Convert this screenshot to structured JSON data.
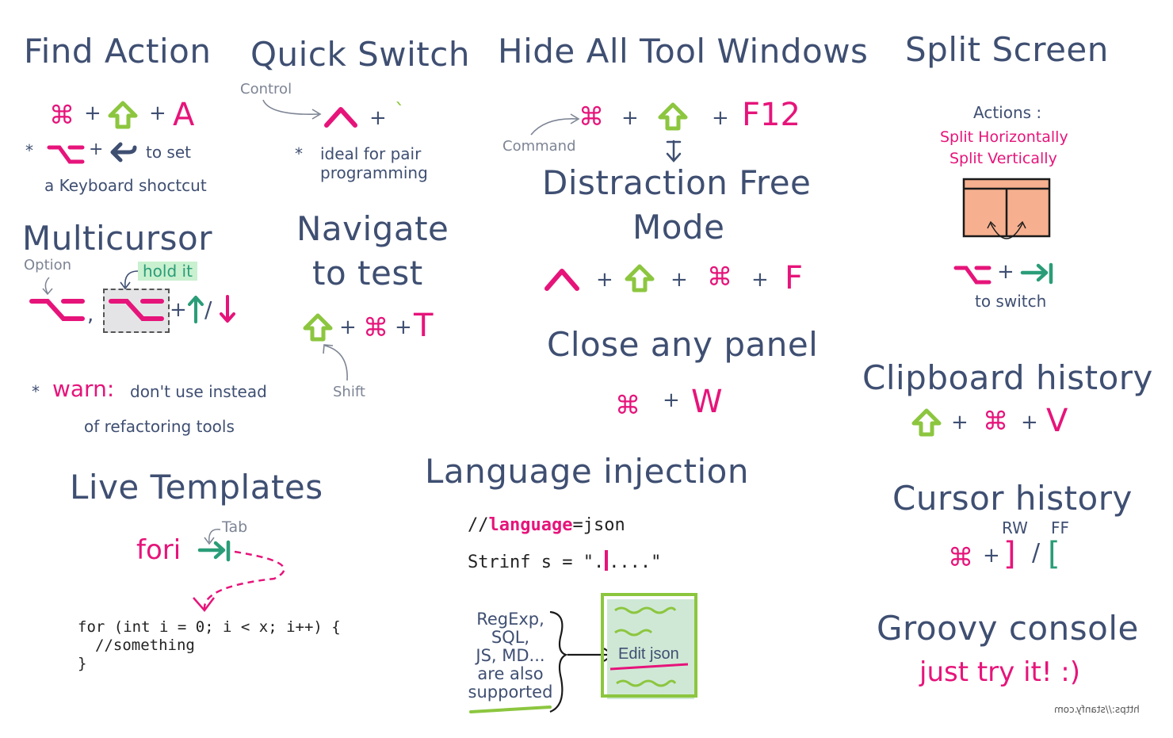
{
  "find_action": {
    "title": "Find Action",
    "key3": "A",
    "note_prefix": "*",
    "note_suffix": "to set",
    "note_line2": "a Keyboard shoctcut"
  },
  "quick_switch": {
    "title": "Quick Switch",
    "label_control": "Control",
    "key2": "`",
    "note_prefix": "*",
    "note_line1": "ideal for pair",
    "note_line2": "programming"
  },
  "hide_all": {
    "title": "Hide All Tool Windows",
    "label_command": "Command",
    "key3": "F12"
  },
  "split_screen": {
    "title": "Split Screen",
    "actions_label": "Actions :",
    "action1": "Split Horizontally",
    "action2": "Split Vertically",
    "switch_label": "to switch"
  },
  "multicursor": {
    "title": "Multicursor",
    "label_option": "Option",
    "hold_it": "hold it",
    "comma": ",",
    "slash": "/",
    "warn_prefix": "*",
    "warn_word": "warn:",
    "warn_line1": "don't use instead",
    "warn_line2": "of refactoring tools"
  },
  "navigate_test": {
    "title_line1": "Navigate",
    "title_line2": "to test",
    "key3": "T",
    "label_shift": "Shift"
  },
  "distraction_free": {
    "title_line1": "Distraction Free",
    "title_line2": "Mode",
    "key4": "F"
  },
  "close_panel": {
    "title": "Close any panel",
    "key2": "W"
  },
  "clipboard": {
    "title": "Clipboard history",
    "key3": "V"
  },
  "live_templates": {
    "title": "Live Templates",
    "abbr": "fori",
    "label_tab": "Tab",
    "code_line1": "for (int i = 0; i < x; i++) {",
    "code_line2": "//something",
    "code_line3": "}"
  },
  "language_injection": {
    "title": "Language injection",
    "code_comment_prefix": "//",
    "code_keyword": "language",
    "code_comment_suffix": "=json",
    "code_line2_a": "Strinf s = \".",
    "code_line2_b": "....\"",
    "supported_lines": [
      "RegExp,",
      "SQL,",
      "JS, MD...",
      "are also",
      "supported"
    ],
    "edit_json": "Edit json"
  },
  "cursor_history": {
    "title": "Cursor history",
    "label_rw": "RW",
    "label_ff": "FF",
    "key_close": "]",
    "slash": "/",
    "key_open": "["
  },
  "groovy": {
    "title": "Groovy console",
    "tagline": "just try it! :)"
  },
  "footer": {
    "url": "https://stanfy.com"
  },
  "symbols": {
    "cmd": "⌘",
    "plus": "+"
  },
  "colors": {
    "ink": "#3f4f72",
    "pink": "#e6147a",
    "green": "#8cc63f",
    "teal": "#2a9d78",
    "salmon": "#f6b08f",
    "gray": "#7d8494"
  }
}
